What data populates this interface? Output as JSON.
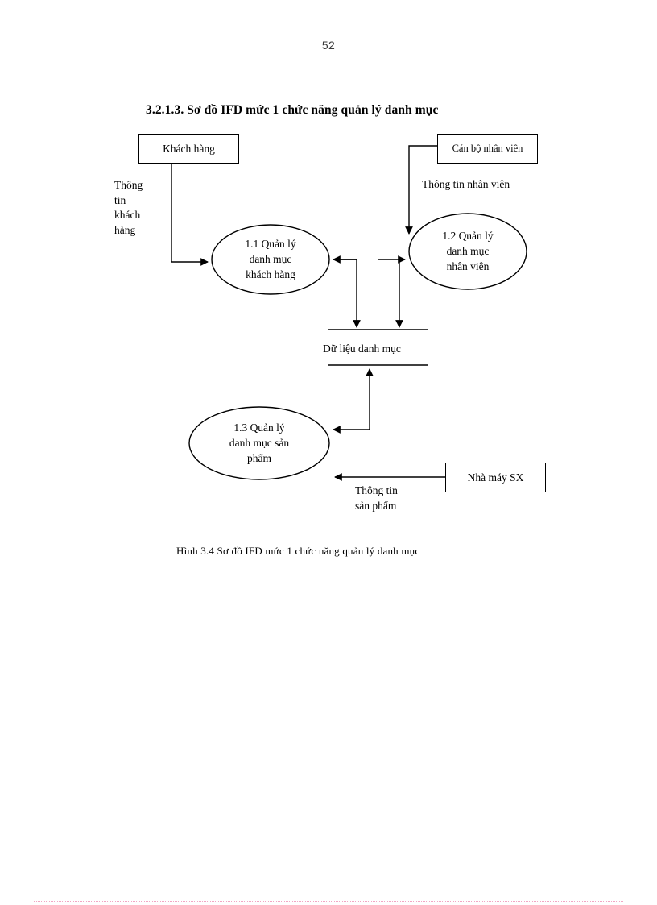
{
  "document": {
    "page_number": "52",
    "section_heading": "3.2.1.3. Sơ đồ IFD mức 1 chức năng quản lý danh mục",
    "figure_caption": "Hình  3.4 Sơ đồ IFD mức 1 chức năng  quản lý  danh mục"
  },
  "diagram": {
    "external_entities": [
      {
        "id": "khach-hang",
        "label": "Khách hàng"
      },
      {
        "id": "can-bo-nhan-vien",
        "label": "Cán bộ nhân viên"
      },
      {
        "id": "nha-may-sx",
        "label": "Nhà máy SX"
      }
    ],
    "processes": [
      {
        "id": "p11",
        "lines": [
          "1.1  Quản lý",
          "danh mục",
          "khách hàng"
        ]
      },
      {
        "id": "p12",
        "lines": [
          "1.2 Quản lý",
          "danh mục",
          "nhân viên"
        ]
      },
      {
        "id": "p13",
        "lines": [
          "1.3 Quản lý",
          "danh mục  sản",
          "phẩm"
        ]
      }
    ],
    "data_store": {
      "id": "du-lieu-danh-muc",
      "label": "Dữ liệu  danh mục"
    },
    "flow_labels": [
      {
        "id": "thong-tin-khach-hang",
        "lines": [
          "Thông",
          "tin",
          "khách",
          "hàng"
        ]
      },
      {
        "id": "thong-tin-nhan-vien",
        "lines": [
          "Thông  tin  nhân viên"
        ]
      },
      {
        "id": "thong-tin-san-pham",
        "lines": [
          "Thông  tin",
          "sản phẩm"
        ]
      }
    ]
  },
  "colors": {
    "ink": "#000000",
    "page_background": "#ffffff",
    "footer_rule": "#f2a7c3"
  }
}
